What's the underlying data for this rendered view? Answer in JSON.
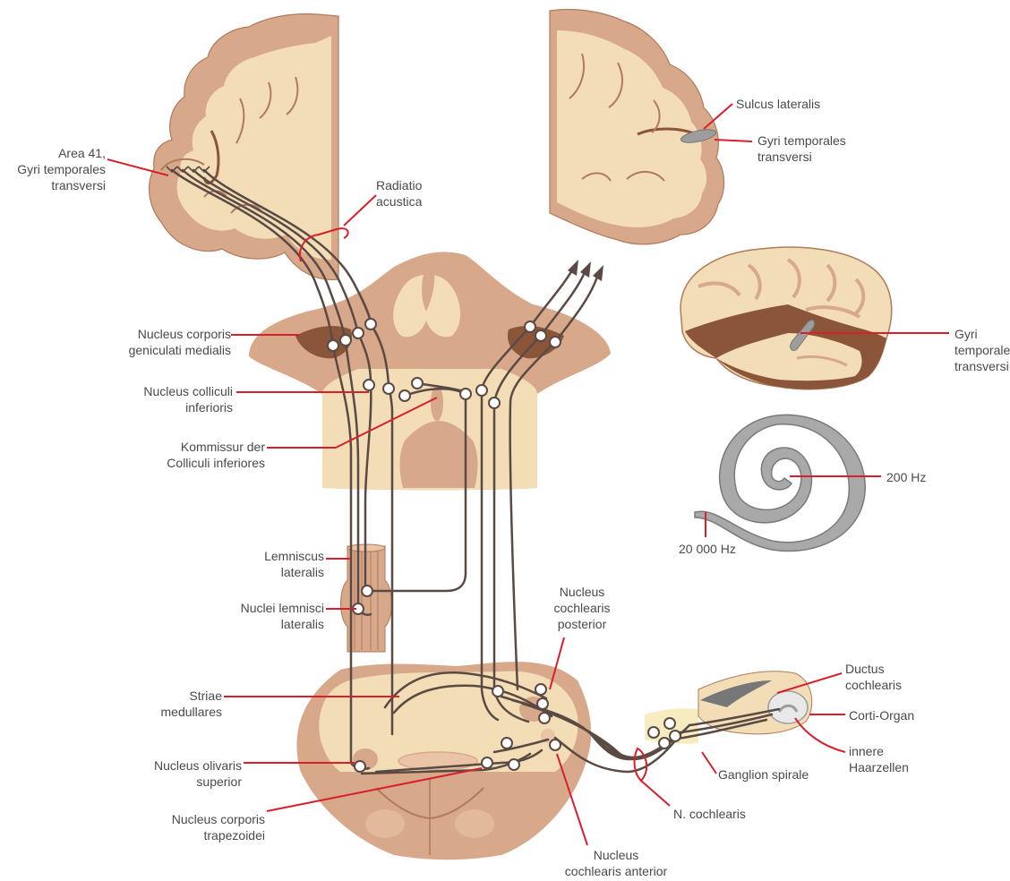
{
  "labels": {
    "area41": "Area 41,\nGyri temporales\ntransversi",
    "radiatio": "Radiatio\nacustica",
    "sulcus_lateralis": "Sulcus lateralis",
    "gyri_transversi_top": "Gyri temporales\ntransversi",
    "gyri_transversi_side": "Gyri\ntemporales\ntransversi",
    "geniculati": "Nucleus corporis\ngeniculati medialis",
    "colliculi": "Nucleus colliculi\ninferioris",
    "kommissur": "Kommissur der\nColliculi inferiores",
    "hz200": "200 Hz",
    "hz20000": "20 000 Hz",
    "lemniscus": "Lemniscus\nlateralis",
    "nuclei_lemnisci": "Nuclei lemnisci\nlateralis",
    "coch_posterior": "Nucleus\ncochlearis\nposterior",
    "striae": "Striae\nmedullares",
    "ductus": "Ductus\ncochlearis",
    "corti": "Corti-Organ",
    "haarzellen": "innere\nHaarzellen",
    "ganglion": "Ganglion spirale",
    "olivaris": "Nucleus olivaris\nsuperior",
    "trapezoidei": "Nucleus corporis\ntrapezoidei",
    "n_cochlearis": "N. cochlearis",
    "coch_anterior": "Nucleus\ncochlearis anterior"
  },
  "colors": {
    "tissue": "#f3ddb7",
    "cortex": "#d8a88a",
    "cortex_dark": "#b07a5c",
    "dark_brown": "#8a5538",
    "pathway": "#5a4a44",
    "leader": "#d8202c",
    "cochlea": "#9d9d9d",
    "text": "#4a4a4a"
  }
}
